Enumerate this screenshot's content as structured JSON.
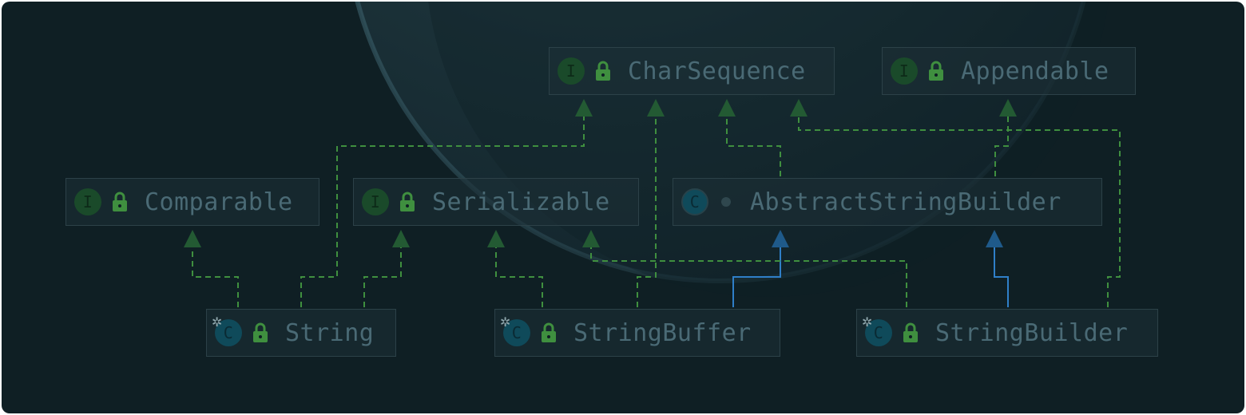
{
  "diagram": {
    "nodes": {
      "charsequence": {
        "name": "CharSequence",
        "kind": "interface",
        "badge": "I"
      },
      "appendable": {
        "name": "Appendable",
        "kind": "interface",
        "badge": "I"
      },
      "comparable": {
        "name": "Comparable",
        "kind": "interface",
        "badge": "I"
      },
      "serializable": {
        "name": "Serializable",
        "kind": "interface",
        "badge": "I"
      },
      "abstractstringbuilder": {
        "name": "AbstractStringBuilder",
        "kind": "abstract-class",
        "badge": "C"
      },
      "string": {
        "name": "String",
        "kind": "final-class",
        "badge": "C"
      },
      "stringbuffer": {
        "name": "StringBuffer",
        "kind": "final-class",
        "badge": "C"
      },
      "stringbuilder": {
        "name": "StringBuilder",
        "kind": "final-class",
        "badge": "C"
      }
    },
    "edges": [
      {
        "from": "String",
        "to": "Comparable",
        "type": "implements"
      },
      {
        "from": "String",
        "to": "CharSequence",
        "type": "implements"
      },
      {
        "from": "String",
        "to": "Serializable",
        "type": "implements"
      },
      {
        "from": "StringBuffer",
        "to": "Serializable",
        "type": "implements"
      },
      {
        "from": "StringBuffer",
        "to": "CharSequence",
        "type": "implements"
      },
      {
        "from": "StringBuffer",
        "to": "AbstractStringBuilder",
        "type": "extends"
      },
      {
        "from": "StringBuilder",
        "to": "Serializable",
        "type": "implements"
      },
      {
        "from": "StringBuilder",
        "to": "AbstractStringBuilder",
        "type": "extends"
      },
      {
        "from": "StringBuilder",
        "to": "CharSequence",
        "type": "implements"
      },
      {
        "from": "AbstractStringBuilder",
        "to": "CharSequence",
        "type": "implements"
      },
      {
        "from": "AbstractStringBuilder",
        "to": "Appendable",
        "type": "implements"
      }
    ],
    "colors": {
      "implements": "#3f8f3f",
      "extends": "#2f7fc8",
      "background": "#0f1f24"
    }
  }
}
